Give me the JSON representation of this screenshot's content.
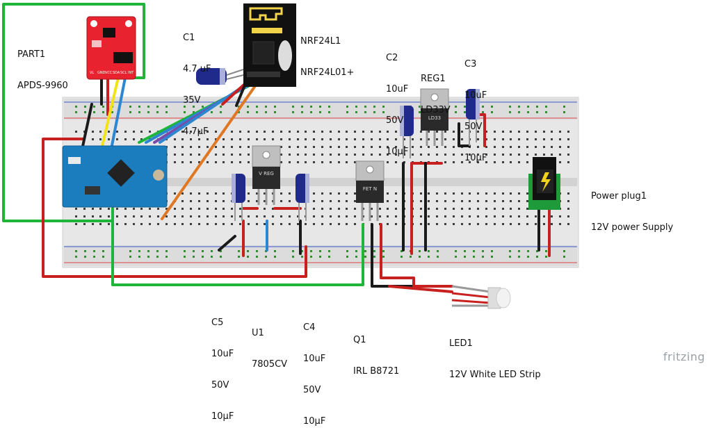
{
  "components": {
    "part1": {
      "ref": "PART1",
      "name": "APDS-9960"
    },
    "c1": {
      "ref": "C1",
      "lines": [
        "4.7 uF",
        "35V",
        "4.7µF"
      ]
    },
    "nrf": {
      "ref": "NRF24L1",
      "name": "NRF24L01+"
    },
    "c2": {
      "ref": "C2",
      "lines": [
        "10uF",
        "50V",
        "10µF"
      ]
    },
    "reg1": {
      "ref": "REG1",
      "name": "LD33V"
    },
    "c3": {
      "ref": "C3",
      "lines": [
        "10uF",
        "50V",
        "10µF"
      ]
    },
    "power_plug": {
      "ref": "Power plug1",
      "name": "12V power Supply"
    },
    "c5": {
      "ref": "C5",
      "lines": [
        "10uF",
        "50V",
        "10µF"
      ]
    },
    "u1": {
      "ref": "U1",
      "name": "7805CV"
    },
    "c4": {
      "ref": "C4",
      "lines": [
        "10uF",
        "50V",
        "10µF"
      ]
    },
    "q1": {
      "ref": "Q1",
      "name": "IRL B8721"
    },
    "led1": {
      "ref": "LED1",
      "name": "12V White LED Strip"
    }
  },
  "part_markings": {
    "vreg": "V REG",
    "fetn": "FET N",
    "ld33": "LD33"
  },
  "sensor_pins": [
    "VL",
    "GND",
    "VCC",
    "SDA",
    "SCL",
    "INT"
  ],
  "brand": "fritzing",
  "colors": {
    "wire_green": "#1eb53a",
    "wire_red": "#c8201e",
    "wire_black": "#1a1a1a",
    "wire_yellow": "#f2e21a",
    "wire_blue": "#2d86d0",
    "wire_purple": "#7a4aa8",
    "wire_orange": "#e07722",
    "breadboard": "#e6e6e6",
    "sensor_board": "#e8232f",
    "arduino_board": "#1b7dbd",
    "capacitor": "#1f2a8a"
  }
}
